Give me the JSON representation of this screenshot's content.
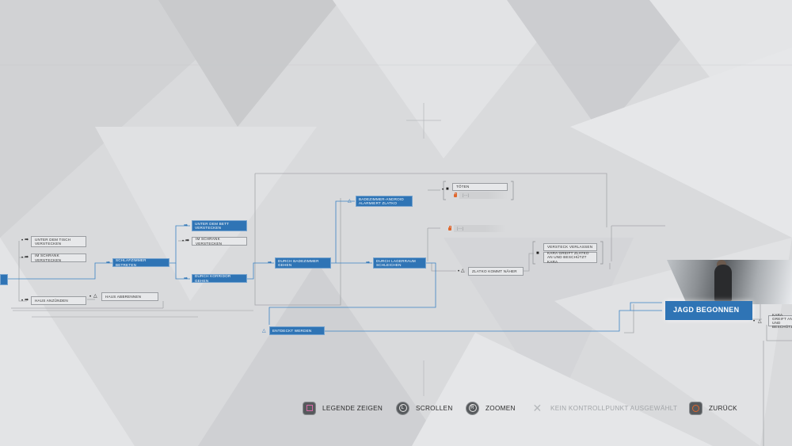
{
  "flowchart": {
    "nodes": {
      "n_unter_tisch": "UNTER DEM TISCH VERSTECKEN",
      "n_schrank1": "IM SCHRANK VERSTECKEN",
      "n_haus_anzuenden": "HAUS ANZÜNDEN",
      "n_haus_abbrennen": "HAUS ABBRENNEN",
      "n_schlafzimmer": "SCHLAFZIMMER BETRETEN",
      "n_unter_bett": "UNTER DEM BETT VERSTECKEN",
      "n_schrank2": "IM SCHRANK VERSTECKEN",
      "n_korridor": "DURCH KORRIDOR GEHEN",
      "n_badezimmer": "DURCH BADEZIMMER GEHEN",
      "n_bad_android": "BADEZIMMER-ANDROID ALARMIERT ZLATKO",
      "n_toeten": "TÖTEN",
      "n_locked1": "[---]",
      "n_locked2": "[---]",
      "n_lagerraum": "DURCH LAGERRAUM SCHLEICHEN",
      "n_zlatko_naeher": "ZLATKO KOMMT NÄHER",
      "n_versteck_verlassen": "VERSTECK VERLASSEN",
      "n_kara_greift": "KARA GREIFT ZLATKO AN UND BESCHÜTZT KARA",
      "n_entdeckt": "ENTDECKT WERDEN",
      "n_jagd": "JAGD BEGONNEN",
      "n_partial": "KARA GREIFT AN UND BESCHÜTZT"
    }
  },
  "legend": {
    "legende": "LEGENDE ZEIGEN",
    "scrollen": "SCROLLEN",
    "zoomen": "ZOOMEN",
    "kein_kontrollpunkt": "KEIN KONTROLLPUNKT AUSGEWÄHLT",
    "zurueck": "ZURÜCK",
    "r_glyph": "R",
    "l_glyph": "L"
  },
  "colors": {
    "accent": "#2f74b5",
    "locked": "#e0672e",
    "background": "#d9dadc",
    "circle_button": "#e0672e",
    "square_button": "#d86aa8"
  },
  "icons": {
    "square": "square-button-icon",
    "l_stick": "left-stick-icon",
    "r_stick": "right-stick-icon",
    "cross": "cross-button-icon",
    "circle": "circle-button-icon"
  }
}
